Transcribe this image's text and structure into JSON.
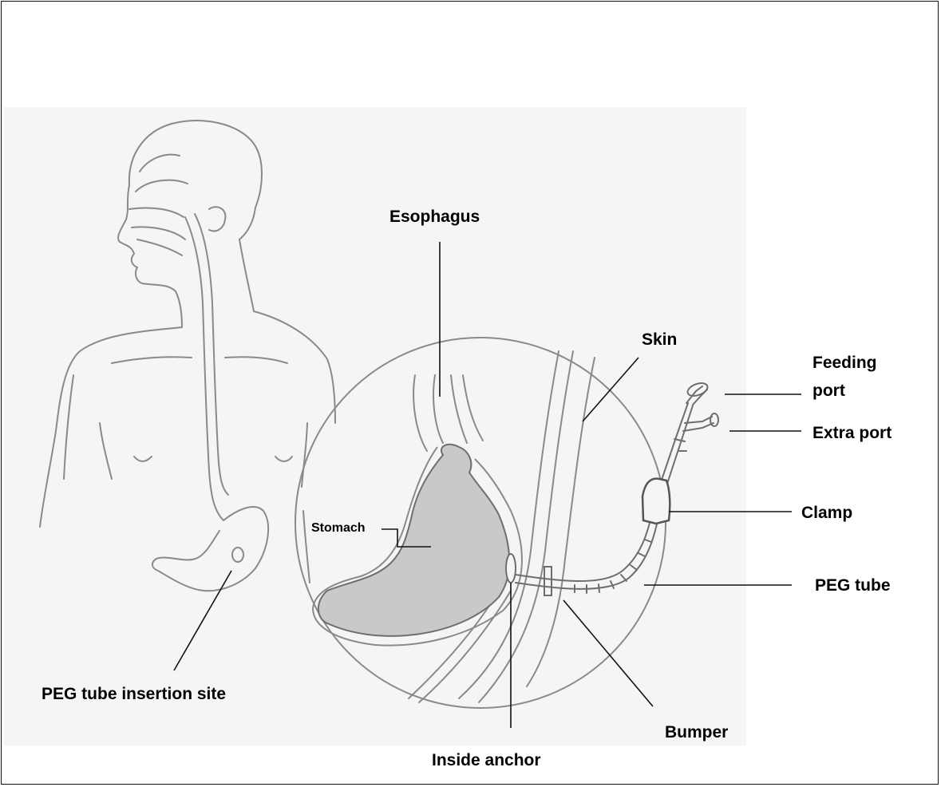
{
  "labels": {
    "esophagus": "Esophagus",
    "skin": "Skin",
    "feeding_port": [
      "Feeding",
      "port"
    ],
    "extra_port": "Extra port",
    "stomach": "Stomach",
    "clamp": "Clamp",
    "peg_tube": "PEG tube",
    "insertion_site": "PEG tube insertion site",
    "bumper": "Bumper",
    "inside_anchor": "Inside anchor"
  },
  "colors": {
    "pencil": "#8a8a8a",
    "stomach_fill": "#c9c9c7",
    "leader": "#111111",
    "paper": "#f5f5f3"
  }
}
